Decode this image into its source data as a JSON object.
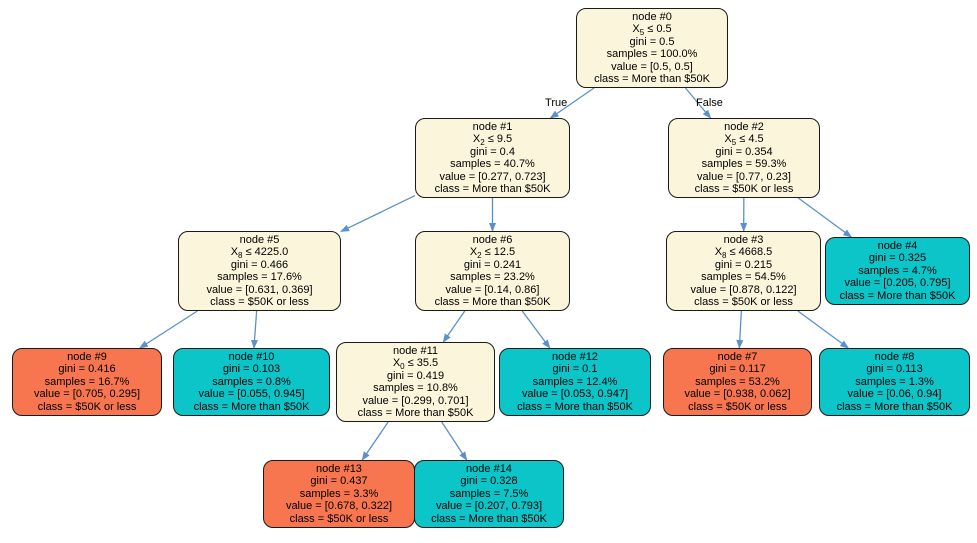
{
  "figure": {
    "type": "decision-tree",
    "edge_labels": {
      "true": "True",
      "false": "False"
    },
    "colors": {
      "background": "#ffffff",
      "border": "#1a1a1a",
      "arrow": "#5b90c9",
      "fills": {
        "internal": "#fbf5dc",
        "more": "#0bc5c9",
        "less": "#f8764f"
      }
    },
    "classes": [
      "$50K or less",
      "More than $50K"
    ],
    "nodes": {
      "n0": {
        "title": "node #0",
        "cond_base": "X",
        "cond_sub": "5",
        "cond_rest": " ≤ 0.5",
        "gini": "gini = 0.5",
        "samples": "samples = 100.0%",
        "value": "value = [0.5, 0.5]",
        "class": "class = More than $50K"
      },
      "n1": {
        "title": "node #1",
        "cond_base": "X",
        "cond_sub": "2",
        "cond_rest": " ≤ 9.5",
        "gini": "gini = 0.4",
        "samples": "samples = 40.7%",
        "value": "value = [0.277, 0.723]",
        "class": "class = More than $50K"
      },
      "n2": {
        "title": "node #2",
        "cond_base": "X",
        "cond_sub": "5",
        "cond_rest": " ≤ 4.5",
        "gini": "gini = 0.354",
        "samples": "samples = 59.3%",
        "value": "value = [0.77, 0.23]",
        "class": "class = $50K or less"
      },
      "n5": {
        "title": "node #5",
        "cond_base": "X",
        "cond_sub": "8",
        "cond_rest": " ≤ 4225.0",
        "gini": "gini = 0.466",
        "samples": "samples = 17.6%",
        "value": "value = [0.631, 0.369]",
        "class": "class = $50K or less"
      },
      "n6": {
        "title": "node #6",
        "cond_base": "X",
        "cond_sub": "2",
        "cond_rest": " ≤ 12.5",
        "gini": "gini = 0.241",
        "samples": "samples = 23.2%",
        "value": "value = [0.14, 0.86]",
        "class": "class = More than $50K"
      },
      "n3": {
        "title": "node #3",
        "cond_base": "X",
        "cond_sub": "8",
        "cond_rest": " ≤ 4668.5",
        "gini": "gini = 0.215",
        "samples": "samples = 54.5%",
        "value": "value = [0.878, 0.122]",
        "class": "class = $50K or less"
      },
      "n4": {
        "title": "node #4",
        "gini": "gini = 0.325",
        "samples": "samples = 4.7%",
        "value": "value = [0.205, 0.795]",
        "class": "class = More than $50K"
      },
      "n9": {
        "title": "node #9",
        "gini": "gini = 0.416",
        "samples": "samples = 16.7%",
        "value": "value = [0.705, 0.295]",
        "class": "class = $50K or less"
      },
      "n10": {
        "title": "node #10",
        "gini": "gini = 0.103",
        "samples": "samples = 0.8%",
        "value": "value = [0.055, 0.945]",
        "class": "class = More than $50K"
      },
      "n11": {
        "title": "node #11",
        "cond_base": "X",
        "cond_sub": "0",
        "cond_rest": " ≤ 35.5",
        "gini": "gini = 0.419",
        "samples": "samples = 10.8%",
        "value": "value = [0.299, 0.701]",
        "class": "class = More than $50K"
      },
      "n12": {
        "title": "node #12",
        "gini": "gini = 0.1",
        "samples": "samples = 12.4%",
        "value": "value = [0.053, 0.947]",
        "class": "class = More than $50K"
      },
      "n7": {
        "title": "node #7",
        "gini": "gini = 0.117",
        "samples": "samples = 53.2%",
        "value": "value = [0.938, 0.062]",
        "class": "class = $50K or less"
      },
      "n8": {
        "title": "node #8",
        "gini": "gini = 0.113",
        "samples": "samples = 1.3%",
        "value": "value = [0.06, 0.94]",
        "class": "class = More than $50K"
      },
      "n13": {
        "title": "node #13",
        "gini": "gini = 0.437",
        "samples": "samples = 3.3%",
        "value": "value = [0.678, 0.322]",
        "class": "class = $50K or less"
      },
      "n14": {
        "title": "node #14",
        "gini": "gini = 0.328",
        "samples": "samples = 7.5%",
        "value": "value = [0.207, 0.793]",
        "class": "class = More than $50K"
      }
    },
    "edges": [
      {
        "from": "n0",
        "to": "n1",
        "label": "True"
      },
      {
        "from": "n0",
        "to": "n2",
        "label": "False"
      },
      {
        "from": "n1",
        "to": "n5"
      },
      {
        "from": "n1",
        "to": "n6"
      },
      {
        "from": "n2",
        "to": "n3"
      },
      {
        "from": "n2",
        "to": "n4"
      },
      {
        "from": "n5",
        "to": "n9"
      },
      {
        "from": "n5",
        "to": "n10"
      },
      {
        "from": "n6",
        "to": "n11"
      },
      {
        "from": "n6",
        "to": "n12"
      },
      {
        "from": "n3",
        "to": "n7"
      },
      {
        "from": "n3",
        "to": "n8"
      },
      {
        "from": "n11",
        "to": "n13"
      },
      {
        "from": "n11",
        "to": "n14"
      }
    ]
  }
}
